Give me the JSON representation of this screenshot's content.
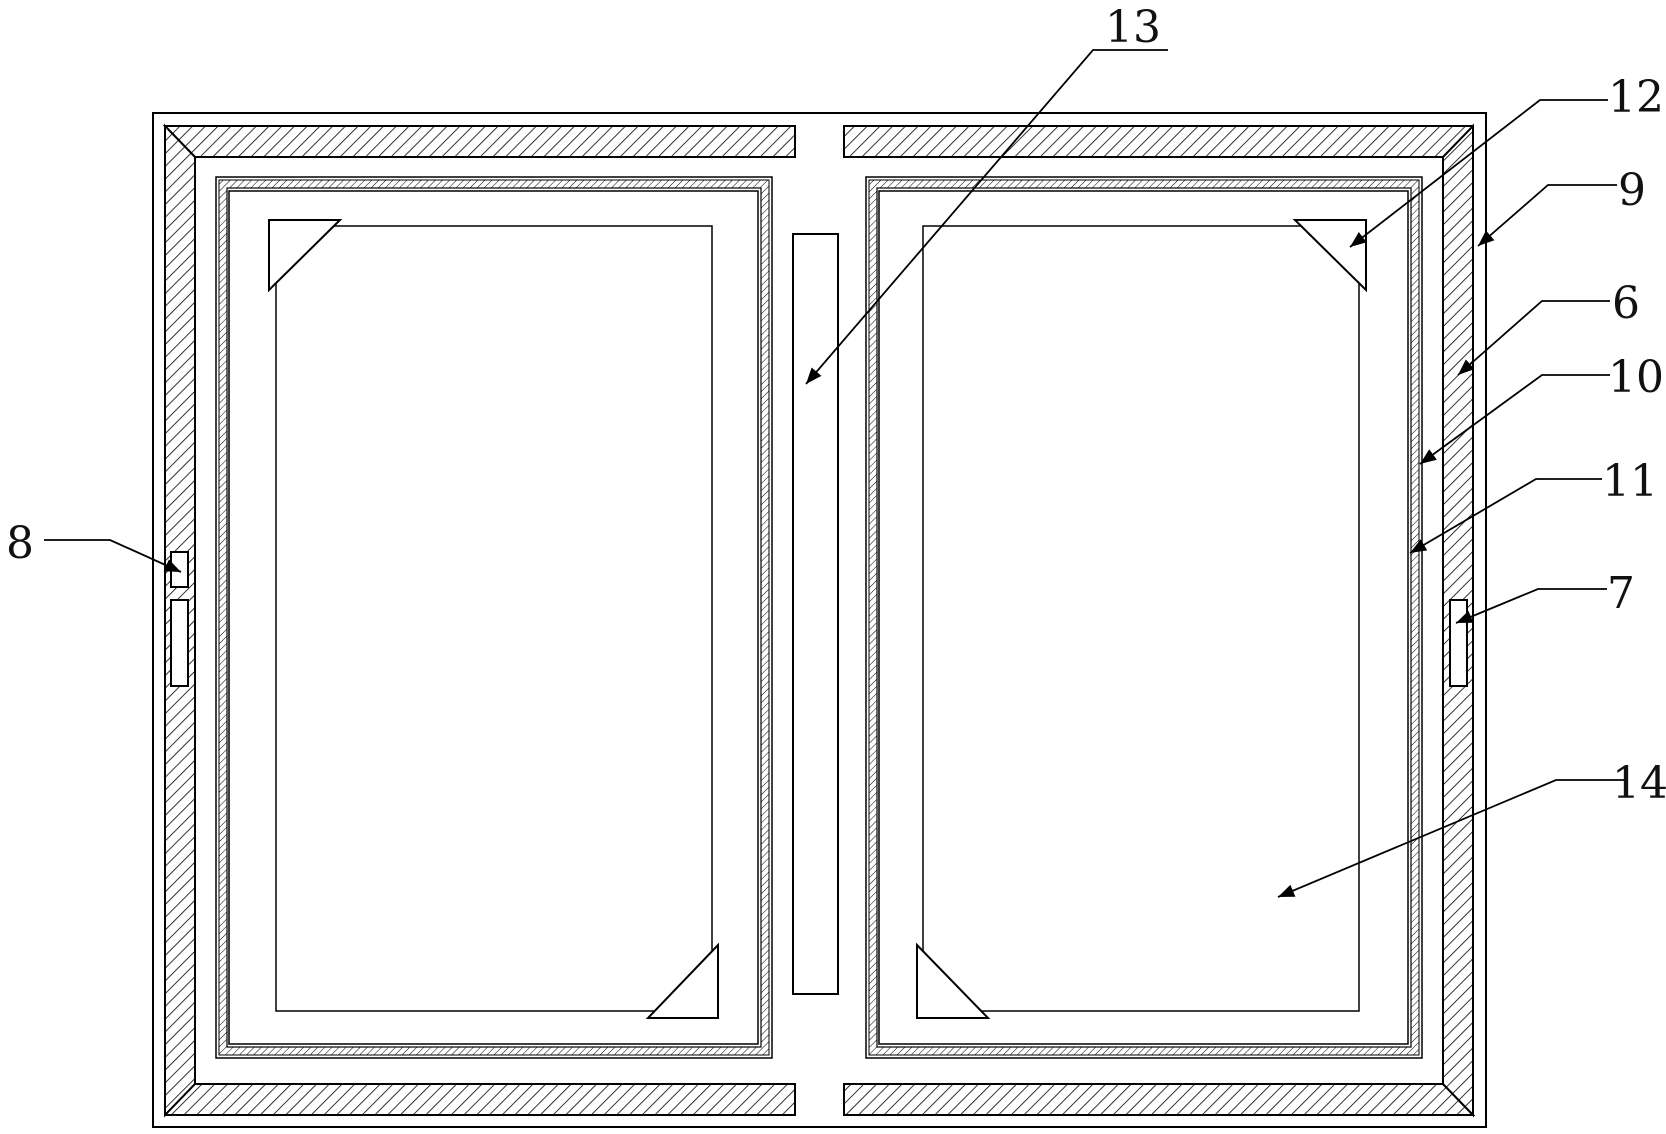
{
  "figure": {
    "labels": {
      "13": "13",
      "12": "12",
      "9": "9",
      "6": "6",
      "10": "10",
      "11": "11",
      "7": "7",
      "14": "14",
      "8": "8"
    },
    "colors": {
      "line": "#000000",
      "background": "#ffffff"
    }
  }
}
